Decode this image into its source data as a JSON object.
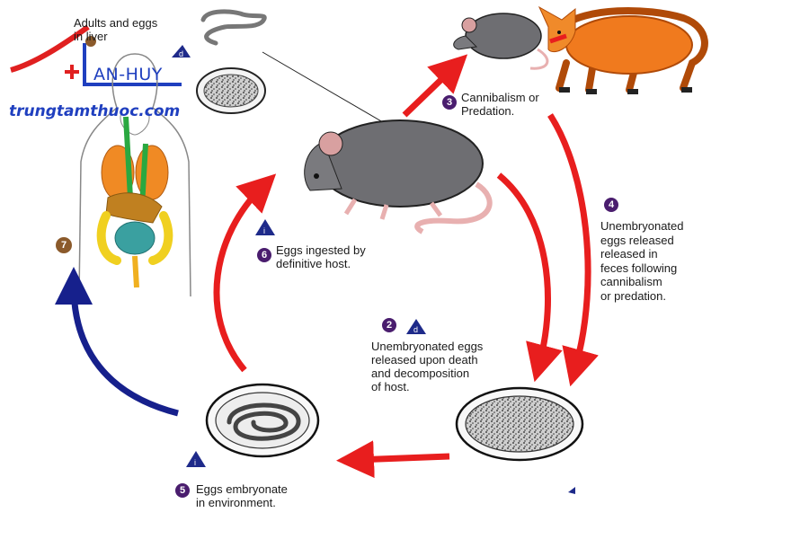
{
  "watermark": {
    "logo_text": "AN-HUY",
    "url": "trungtamthuoc.com"
  },
  "colors": {
    "red_arrow": "#e81e1e",
    "blue_arrow": "#16208c",
    "step_badge": "#4a1d6e",
    "step7_badge": "#8b5a2b",
    "triangle": "#1e2a8a",
    "rat": "#6e6e72",
    "fox": "#f07a1e",
    "watermark": "#1f3fbf"
  },
  "labels": {
    "liver": "Adults and eggs\nin liver",
    "step3": "Cannibalism or\nPredation.",
    "step4": "Unembryonated\neggs released\nreleased in\nfeces following\ncannibalism\nor predation.",
    "step2": "Unembryonated eggs\nreleased upon death\nand decomposition\nof host.",
    "step6": "Eggs ingested by\ndefinitive host.",
    "step5": "Eggs embryonate\nin environment."
  },
  "steps": {
    "s2": "2",
    "s3": "3",
    "s4": "4",
    "s5": "5",
    "s6": "6",
    "s7": "7"
  },
  "stage_marks": {
    "d": "d",
    "i": "i"
  },
  "icons": [
    "rat-icon",
    "fox-icon",
    "human-organs-icon",
    "egg-icon",
    "worm-icon"
  ]
}
